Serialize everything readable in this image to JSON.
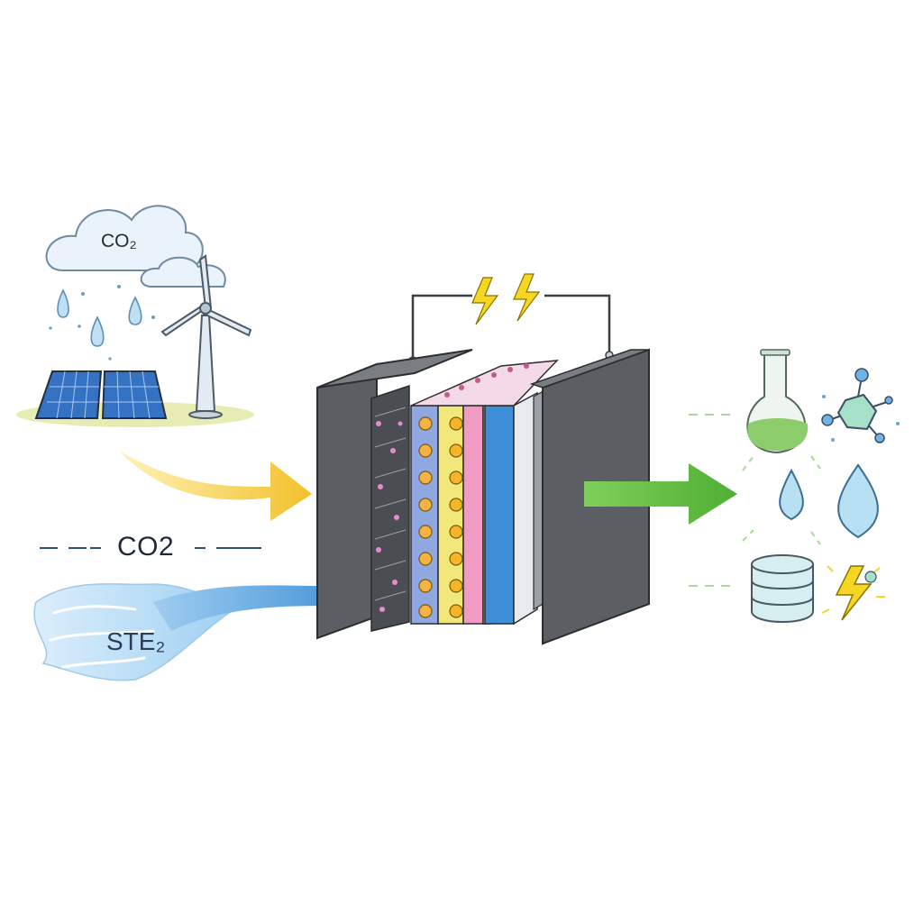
{
  "labels": {
    "cloud_gas": "CO₂",
    "stream_gas": "CO2",
    "stream_water": "STE₂"
  },
  "colors": {
    "renewable_arrow": "#f2c02a",
    "feed_arrow": "#3d8fd6",
    "product_arrow": "#5cb83c",
    "electrode_plate": "#5b5e62",
    "lightning": "#f5d623",
    "membrane_layers": [
      "#8fa8e0",
      "#f2e77a",
      "#f29bc2",
      "#cfe59a",
      "#3f8ed8",
      "#f2f2f2"
    ]
  },
  "icons": [
    "cloud-icon",
    "raindrop-icon",
    "solar-panel-icon",
    "wind-turbine-icon",
    "lightning-icon",
    "flask-icon",
    "molecule-icon",
    "droplet-icon",
    "database-icon",
    "energy-bolt-icon"
  ]
}
